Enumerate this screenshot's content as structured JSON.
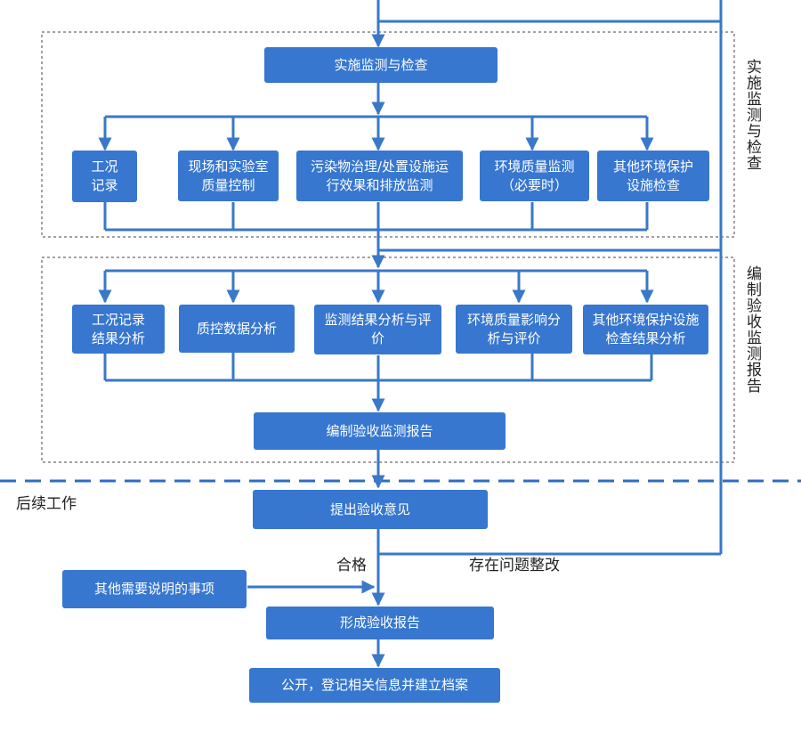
{
  "sections": {
    "monitoring_label": "实施监测与检查",
    "report_label": "编制验收监测报告",
    "followup_label": "后续工作"
  },
  "boxes": {
    "implement": "实施监测与检查",
    "work_record": "工况\n记录",
    "qc": "现场和实验室\n质量控制",
    "pollutant": "污染物治理/处置设施运\n行效果和排放监测",
    "env_quality": "环境质量监测\n（必要时）",
    "other_protect": "其他环境保护\n设施检查",
    "work_result": "工况记录\n结果分析",
    "qc_analysis": "质控数据分析",
    "monitor_result": "监测结果分析与评\n价",
    "env_impact": "环境质量影响分\n析与评价",
    "other_result": "其他环境保护设施\n检查结果分析",
    "compile_report": "编制验收监测报告",
    "propose": "提出验收意见",
    "other_matters": "其他需要说明的事项",
    "form_report": "形成验收报告",
    "publish": "公开，登记相关信息并建立档案"
  },
  "edge_labels": {
    "pass": "合格",
    "issues": "存在问题整改"
  },
  "colors": {
    "box_fill": "#3777cf",
    "line": "#3a78c8",
    "divider": "#2f6cc0",
    "border_dashed": "#444444"
  }
}
